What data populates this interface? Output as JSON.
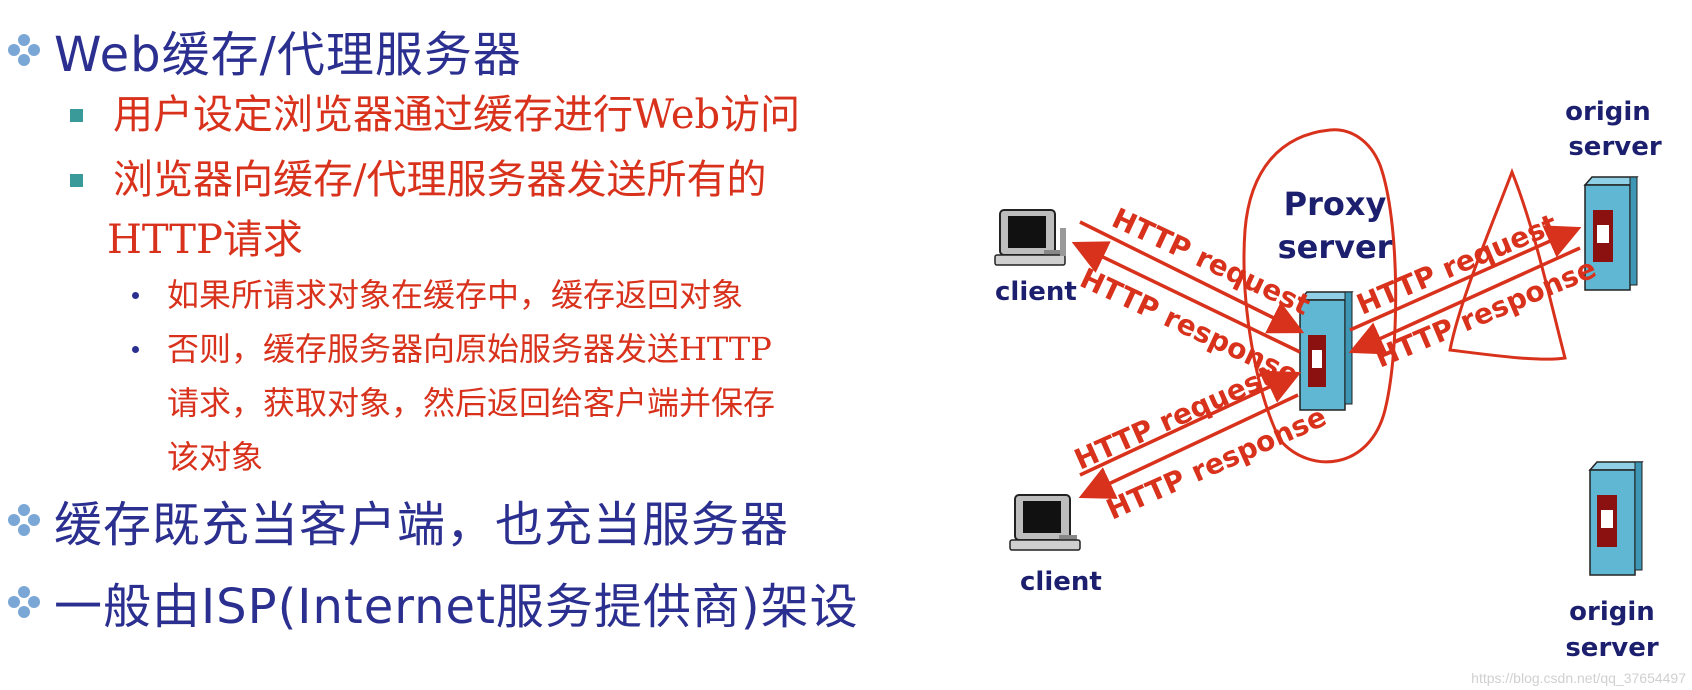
{
  "slide": {
    "title": "Web缓存/代理服务器",
    "sub1": "用户设定浏览器通过缓存进行Web访问",
    "sub2_line1": "浏览器向缓存/代理服务器发送所有的",
    "sub2_line2": "HTTP请求",
    "sub2_a": "如果所请求对象在缓存中，缓存返回对象",
    "sub2_b_line1": "否则，缓存服务器向原始服务器发送HTTP",
    "sub2_b_line2": "请求，获取对象，然后返回给客户端并保存",
    "sub2_b_line3": "该对象",
    "point2": "缓存既充当客户端，也充当服务器",
    "point3": "一般由ISP(Internet服务提供商)架设"
  },
  "diagram": {
    "proxy_label_1": "Proxy",
    "proxy_label_2": "server",
    "client_top": "client",
    "client_bottom": "client",
    "origin_top_1": "origin",
    "origin_top_2": "server",
    "origin_bottom_1": "origin",
    "origin_bottom_2": "server",
    "http_request": "HTTP request",
    "http_response": "HTTP response",
    "colors": {
      "arrow": "#d8321c",
      "server_body": "#5fb7d3",
      "server_slot": "#8b1010",
      "label": "#1c1f6e"
    }
  },
  "watermark": "https://blog.csdn.net/qq_37654497"
}
